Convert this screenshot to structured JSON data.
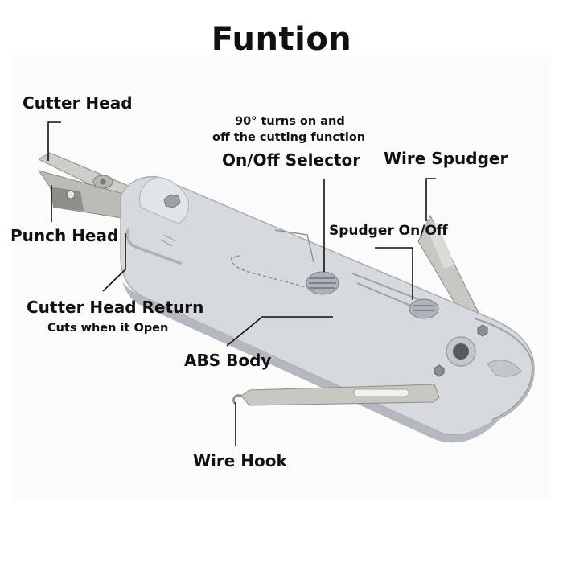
{
  "title": "Funtion",
  "labels": {
    "cutter_head": "Cutter Head",
    "selector_note_line1": "90° turns on and",
    "selector_note_line2": "off the cutting function",
    "on_off_selector": "On/Off Selector",
    "wire_spudger": "Wire Spudger",
    "punch_head": "Punch Head",
    "spudger_on_off": "Spudger On/Off",
    "cutter_head_return": "Cutter Head Return",
    "cutter_head_return_note": "Cuts when it Open",
    "abs_body": "ABS Body",
    "wire_hook": "Wire Hook"
  },
  "colors": {
    "body": "#d5d8dc",
    "body_shadow": "#b7bbc1",
    "metal": "#c9c7c2",
    "line": "#111111"
  }
}
